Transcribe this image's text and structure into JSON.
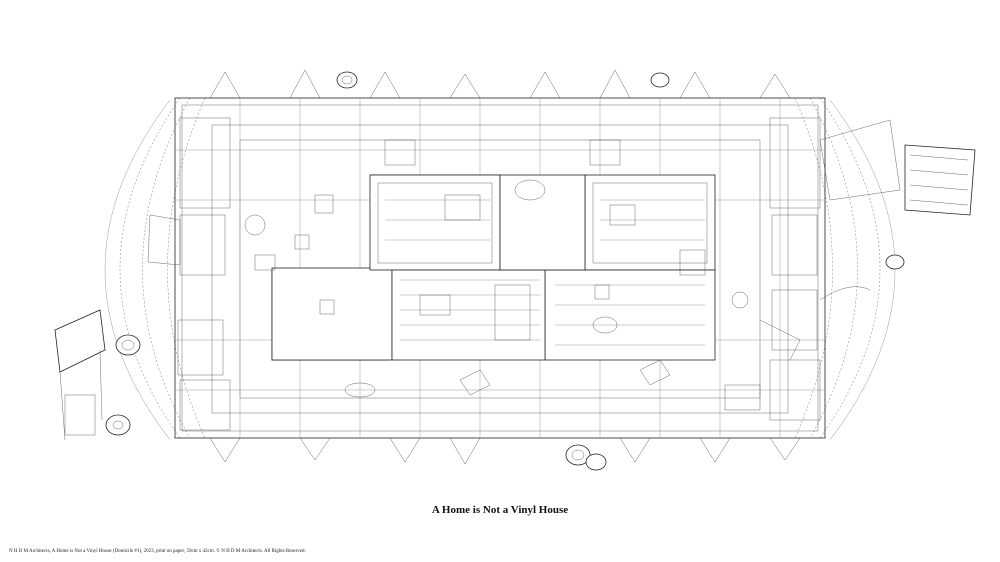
{
  "drawing": {
    "subject": "axonometric plan drawing of a vinyl greenhouse dwelling with interior rooms, furniture and surrounding tires and objects"
  },
  "caption": {
    "title": "A Home is Not a Vinyl House",
    "credit": "N H D M Architects, A Home is Not a Vinyl House (Domicile #1), 2023, print on paper, 59cm x 42cm. © N H D M Architects. All Rights Reserved."
  },
  "icons": {
    "tire": "tire-icon",
    "chair": "chair-icon",
    "table": "table-icon",
    "bed": "bed-icon",
    "plant": "plant-icon"
  }
}
